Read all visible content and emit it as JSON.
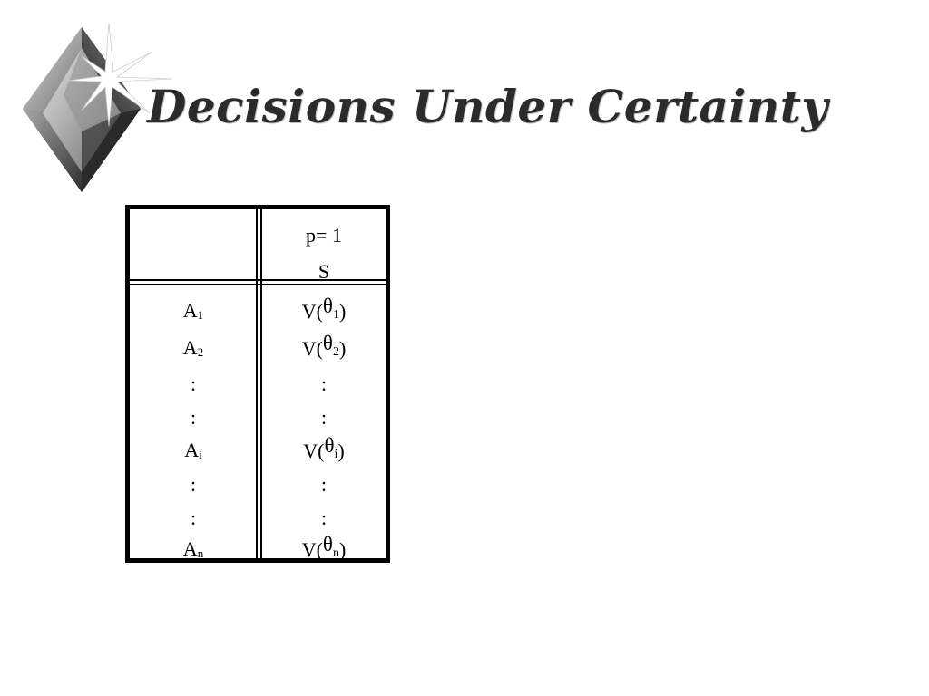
{
  "slide": {
    "title": "Decisions Under Certainty"
  },
  "table": {
    "header": {
      "probability": "p= 1",
      "state": "S"
    },
    "rows": [
      {
        "alt": "A",
        "alt_sub": "1",
        "value_prefix": "V(",
        "value_symbol": "θ",
        "value_sub": "1",
        "value_suffix": ")"
      },
      {
        "alt": "A",
        "alt_sub": "2",
        "value_prefix": "V(",
        "value_symbol": "θ",
        "value_sub": "2",
        "value_suffix": ")"
      },
      {
        "alt": ":",
        "alt_sub": "",
        "value_prefix": ":",
        "value_symbol": "",
        "value_sub": "",
        "value_suffix": ""
      },
      {
        "alt": ":",
        "alt_sub": "",
        "value_prefix": ":",
        "value_symbol": "",
        "value_sub": "",
        "value_suffix": ""
      },
      {
        "alt": "A",
        "alt_sub": "i",
        "value_prefix": "V(",
        "value_symbol": "θ",
        "value_sub": "i",
        "value_suffix": ")"
      },
      {
        "alt": ":",
        "alt_sub": "",
        "value_prefix": ":",
        "value_symbol": "",
        "value_sub": "",
        "value_suffix": ""
      },
      {
        "alt": ":",
        "alt_sub": "",
        "value_prefix": ":",
        "value_symbol": "",
        "value_sub": "",
        "value_suffix": ""
      },
      {
        "alt": "A",
        "alt_sub": "n",
        "value_prefix": "V(",
        "value_symbol": "θ",
        "value_sub": "n",
        "value_suffix": ")"
      }
    ]
  },
  "icons": {
    "logo": "diamond-starburst-icon"
  },
  "colors": {
    "title_text": "#2b2b2b",
    "table_border": "#000000",
    "background": "#ffffff"
  }
}
